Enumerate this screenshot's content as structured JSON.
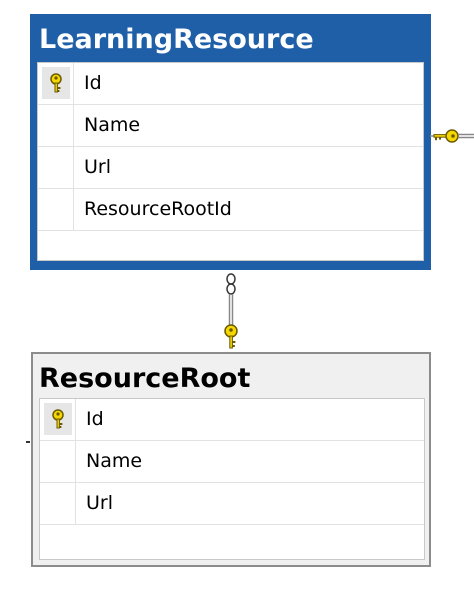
{
  "tables": [
    {
      "name": "LearningResource",
      "selected": true,
      "columns": [
        {
          "name": "Id",
          "primary_key": true
        },
        {
          "name": "Name",
          "primary_key": false
        },
        {
          "name": "Url",
          "primary_key": false
        },
        {
          "name": "ResourceRootId",
          "primary_key": false
        }
      ]
    },
    {
      "name": "ResourceRoot",
      "selected": false,
      "columns": [
        {
          "name": "Id",
          "primary_key": true
        },
        {
          "name": "Name",
          "primary_key": false
        },
        {
          "name": "Url",
          "primary_key": false
        }
      ]
    }
  ],
  "relationships": [
    {
      "from_table": "LearningResource",
      "to_table": "ResourceRoot",
      "many_end": "LearningResource",
      "one_end": "ResourceRoot"
    }
  ],
  "colors": {
    "selected_border": "#1f5fa8",
    "key_yellow": "#f5d800",
    "key_outline": "#6b5a00"
  },
  "icons": {
    "primary_key": "key-icon",
    "infinity": "infinity-icon",
    "relationship_key": "relationship-key-icon"
  }
}
